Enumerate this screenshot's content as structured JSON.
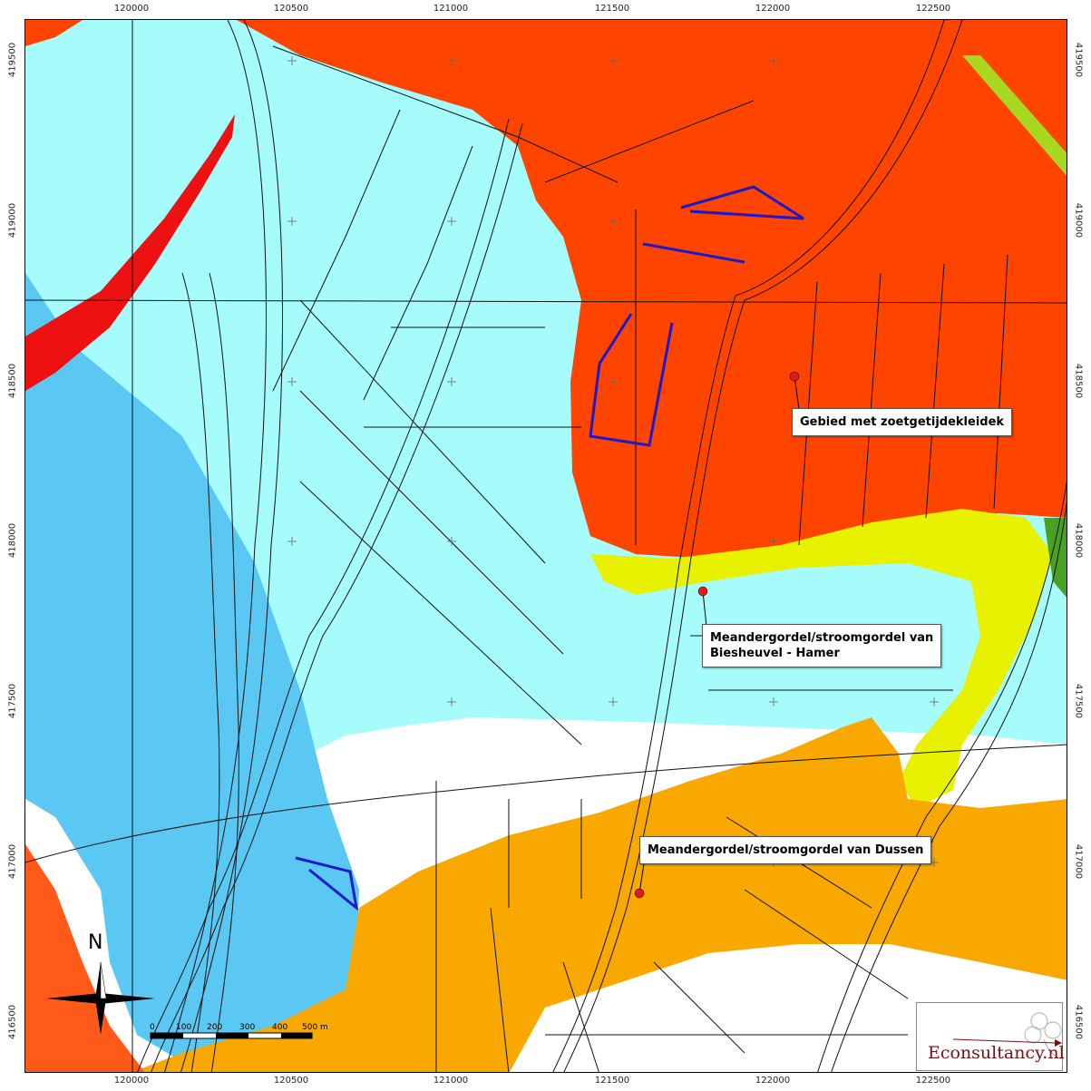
{
  "map": {
    "x_ticks": [
      "120000",
      "120500",
      "121000",
      "121500",
      "122000",
      "122500"
    ],
    "y_ticks": [
      "419500",
      "419000",
      "418500",
      "418000",
      "417500",
      "417000",
      "416500"
    ],
    "labels": {
      "zoetgetij": "Gebied met zoetgetijdekleidek",
      "biesheuvel_line1": "Meandergordel/stroomgordel van",
      "biesheuvel_line2": "Biesheuvel - Hamer",
      "dussen": "Meandergordel/stroomgordel van Dussen"
    },
    "north_label": "N",
    "scale_labels": [
      "0",
      "100",
      "200",
      "300",
      "400",
      "500 m"
    ],
    "logo_text": "Econsultancy.nl",
    "colors": {
      "zoetgetij": "#ff4400",
      "biesheuvel": "#e8f200",
      "dussen": "#f9a800",
      "light_blue": "#a6fbfb",
      "mid_blue": "#5bc8f3",
      "red": "#ee1111",
      "orange_sw": "#ff5a1a",
      "plot_outline": "#1a1acc"
    }
  }
}
